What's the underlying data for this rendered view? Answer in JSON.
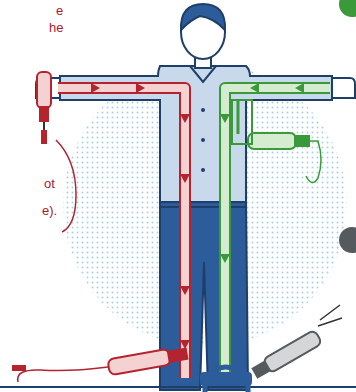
{
  "diagram": {
    "labels": [
      "e",
      "he",
      "ot",
      "e)."
    ]
  }
}
